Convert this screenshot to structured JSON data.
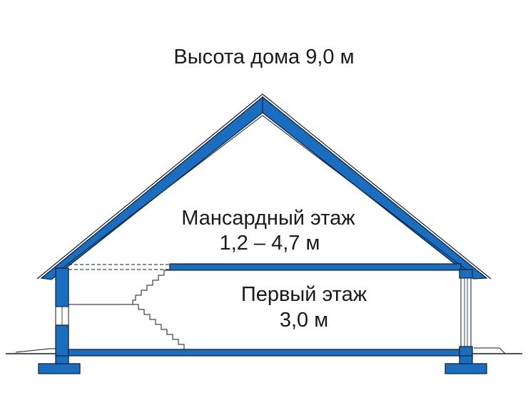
{
  "title": "Высота дома 9,0 м",
  "attic": {
    "name": "Мансардный этаж",
    "height": "1,2 – 4,7 м"
  },
  "first_floor": {
    "name": "Первый этаж",
    "height": "3,0 м"
  },
  "colors": {
    "structure_fill": "#1a6ec0",
    "outline": "#0a1a33",
    "text": "#1a1a1a"
  }
}
